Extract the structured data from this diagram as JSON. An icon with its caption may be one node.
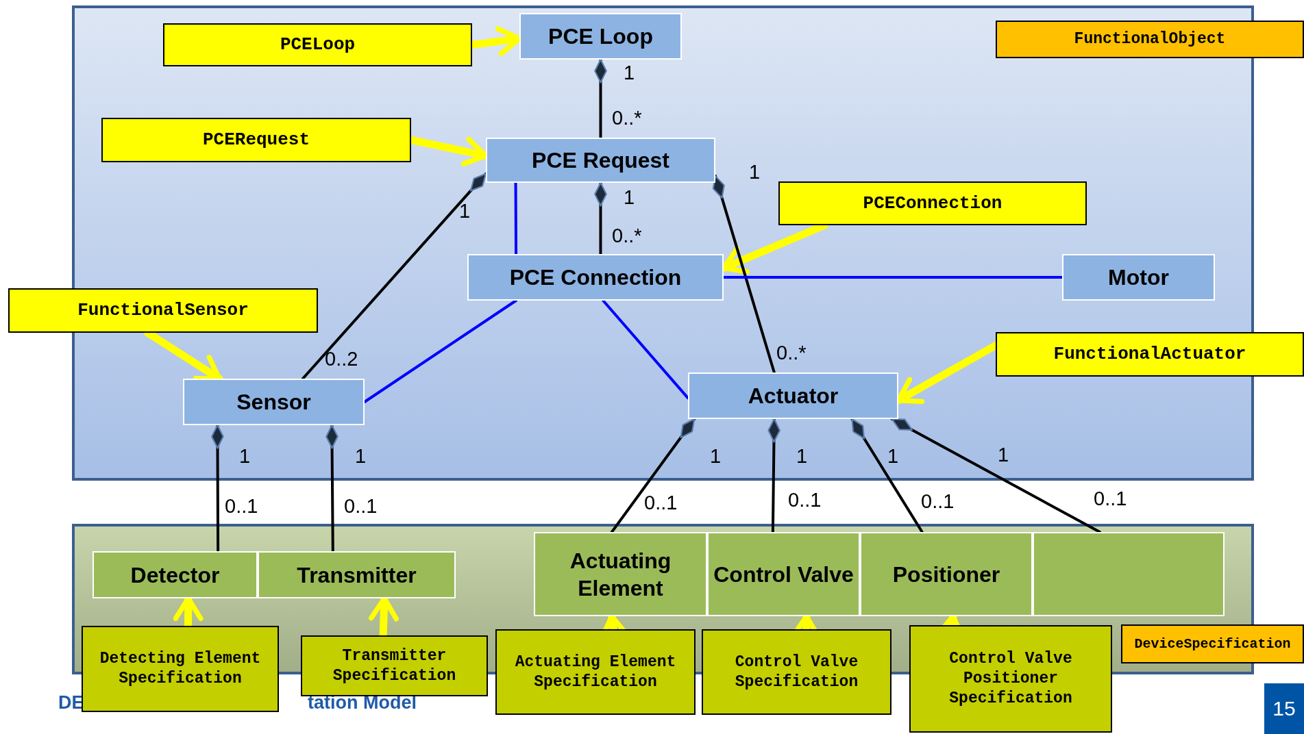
{
  "diagram": {
    "nodes": [
      {
        "text": [],
        "shape": "box"
      },
      {
        "text": [
          "PCELoop"
        ],
        "in": 0
      },
      {
        "text": [
          "PCE Loop"
        ],
        "in": 0
      },
      {
        "text": [
          "FunctionalObject"
        ]
      },
      {
        "text": [
          "PCERequest"
        ],
        "in": 0
      },
      {
        "text": [
          "PCE Request"
        ],
        "in": 0
      },
      {
        "text": [
          "PCEConnection"
        ],
        "in": 0
      },
      {
        "text": [
          "PCE Connection"
        ],
        "in": 0
      },
      {
        "text": [
          "Motor"
        ],
        "in": 0
      },
      {
        "text": [
          "FunctionalSensor"
        ]
      },
      {
        "text": [
          "Sensor"
        ],
        "in": 0
      },
      {
        "text": [
          "FunctionalActuator"
        ]
      },
      {
        "text": [
          "Actuator"
        ],
        "in": 0
      },
      {
        "text": [],
        "shape": "box"
      },
      {
        "text": [
          "Detector"
        ],
        "in": 13
      },
      {
        "text": [
          "Transmitter"
        ],
        "in": 13
      },
      {
        "text": [
          "Actuating Element"
        ],
        "in": 13
      },
      {
        "text": [
          "Control Valve"
        ],
        "in": 13
      },
      {
        "text": [
          "Positioner"
        ],
        "in": 13
      },
      {
        "text": [],
        "shape": "box",
        "in": 13
      },
      {
        "text": [
          "DeviceSpecification"
        ]
      },
      {
        "text": [
          "Detecting Element Specification"
        ]
      },
      {
        "text": [
          "Transmitter Specification"
        ]
      },
      {
        "text": [
          "Actuating Element Specification"
        ]
      },
      {
        "text": [
          "Control Valve Specification"
        ]
      },
      {
        "text": [
          "Control Valve Positioner Specification"
        ]
      }
    ],
    "edges": [
      {
        "from": 1,
        "to": 2,
        "arrow": "to",
        "style": "thick",
        "color": "#ffff00"
      },
      {
        "from": 4,
        "to": 5,
        "arrow": "to",
        "style": "thick",
        "color": "#ffff00"
      },
      {
        "from": 6,
        "to": 7,
        "arrow": "to",
        "style": "thick",
        "color": "#ffff00"
      },
      {
        "from": 9,
        "to": 10,
        "arrow": "to",
        "style": "thick",
        "color": "#ffff00"
      },
      {
        "from": 11,
        "to": 12,
        "arrow": "to",
        "style": "thick",
        "color": "#ffff00"
      },
      {
        "from": 21,
        "to": 14,
        "arrow": "to",
        "style": "thick",
        "color": "#ffff00"
      },
      {
        "from": 22,
        "to": 15,
        "arrow": "to",
        "style": "thick",
        "color": "#ffff00"
      },
      {
        "from": 23,
        "to": 16,
        "arrow": "to",
        "style": "thick",
        "color": "#ffff00"
      },
      {
        "from": 24,
        "to": 17,
        "arrow": "to",
        "style": "thick",
        "color": "#ffff00"
      },
      {
        "from": 25,
        "to": 18,
        "arrow": "to",
        "style": "thick",
        "color": "#ffff00"
      },
      {
        "from": 2,
        "to": 5,
        "arrow": "other",
        "color": "#000000"
      },
      {
        "from": 5,
        "to": 7,
        "arrow": "other",
        "color": "#000000"
      },
      {
        "from": 5,
        "to": 10,
        "arrow": "other",
        "color": "#000000"
      },
      {
        "from": 5,
        "to": 12,
        "arrow": "other",
        "color": "#000000"
      },
      {
        "from": 10,
        "to": 14,
        "arrow": "other",
        "color": "#000000"
      },
      {
        "from": 10,
        "to": 15,
        "arrow": "other",
        "color": "#000000"
      },
      {
        "from": 12,
        "to": 16,
        "arrow": "other",
        "color": "#000000"
      },
      {
        "from": 12,
        "to": 17,
        "arrow": "other",
        "color": "#000000"
      },
      {
        "from": 12,
        "to": 18,
        "arrow": "other",
        "color": "#000000"
      },
      {
        "from": 12,
        "to": 19,
        "arrow": "other",
        "color": "#000000"
      },
      {
        "from": 5,
        "to": 7,
        "arrow": "none",
        "color": "#0000ff"
      },
      {
        "from": 7,
        "to": 8,
        "arrow": "none",
        "color": "#0000ff"
      },
      {
        "from": 7,
        "to": 10,
        "arrow": "none",
        "color": "#0000ff"
      },
      {
        "from": 7,
        "to": 12,
        "arrow": "none",
        "color": "#0000ff"
      }
    ],
    "labels": [
      "1",
      "0..*",
      "1",
      "1",
      "1",
      "0..*",
      "0..*",
      "0..2",
      "1",
      "1",
      "1",
      "1",
      "1",
      "1",
      "0..1",
      "0..1",
      "0..1",
      "0..1",
      "0..1",
      "0..1",
      "DE",
      "tation Model",
      "15"
    ]
  }
}
